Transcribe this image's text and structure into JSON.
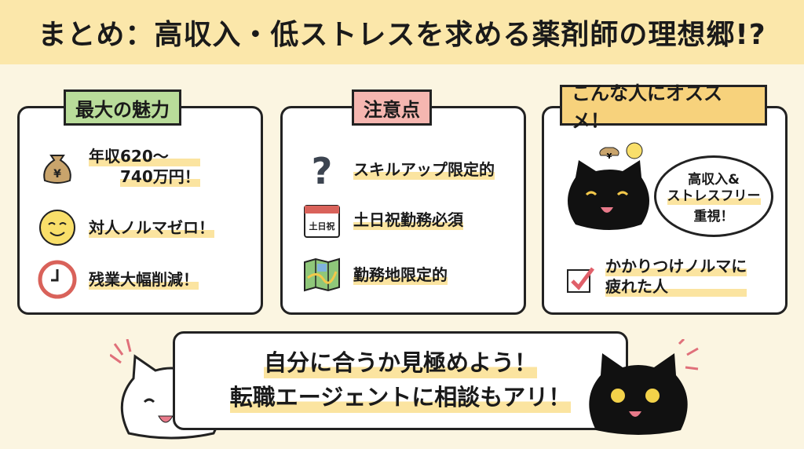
{
  "title": "まとめ：高収入・低ストレスを求める薬剤師の理想郷!?",
  "panels": [
    {
      "label": "最大の魅力",
      "color": "#b9dc9a",
      "items": [
        {
          "icon": "money-bag-icon",
          "line1": "年収620～",
          "line2": "740万円！"
        },
        {
          "icon": "smiley-face-icon",
          "line1": "対人ノルマゼロ！"
        },
        {
          "icon": "clock-icon",
          "line1": "残業大幅削減！"
        }
      ]
    },
    {
      "label": "注意点",
      "color": "#f5b6b0",
      "items": [
        {
          "icon": "question-mark-icon",
          "line1": "スキルアップ限定的"
        },
        {
          "icon": "calendar-icon",
          "line1": "土日祝勤務必須",
          "icon_text": "土日祝"
        },
        {
          "icon": "map-icon",
          "line1": "勤務地限定的"
        }
      ]
    },
    {
      "label": "こんな人にオススメ！",
      "color": "#f7d27c",
      "bubble": [
        "高収入&",
        "ストレスフリー",
        "重視！"
      ],
      "check": [
        "かかりつけノルマに",
        "疲れた人"
      ]
    }
  ],
  "bottom": {
    "line1": "自分に合うか見極めよう！",
    "line2": "転職エージェントに相談もアリ！"
  }
}
